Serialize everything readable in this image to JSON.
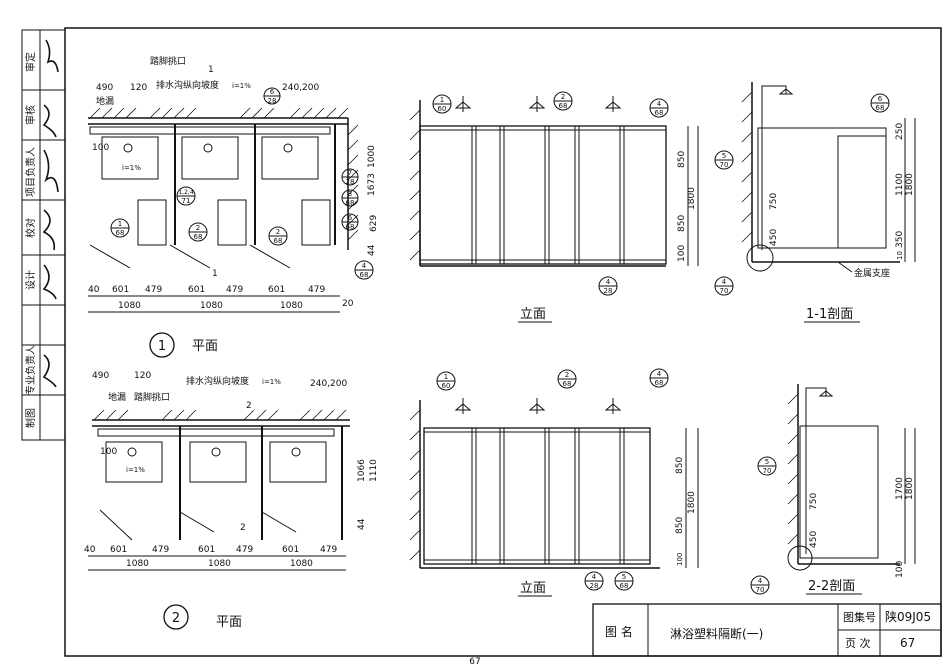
{
  "drawing_title": "淋浴塑料隔断(一)",
  "title_block": {
    "title_label": "图 名",
    "atlas_label": "图集号",
    "atlas_no": "陕09J05",
    "page_label": "页 次",
    "page_no": "67"
  },
  "page_footer": "67",
  "side_labels": [
    "审定",
    "审核",
    "项目负责人",
    "校对",
    "设计",
    "专业负责人",
    "制图"
  ],
  "view1": {
    "number": "1",
    "title": "平面",
    "labels": {
      "pedal_port": "踏脚挑口",
      "drain_slope": "排水沟纵向坡度",
      "slope_val": "i=1%",
      "floor_drain": "地漏",
      "dim_490": "490",
      "dim_120": "120",
      "dim_240_200": "240,200",
      "dim_100": "100",
      "dim_1000": "1000",
      "dim_1673": "1673",
      "dim_629": "629",
      "dim_44": "44",
      "dim_20": "20",
      "bottom_dims": [
        "40",
        "601",
        "479",
        "601",
        "479",
        "601",
        "479"
      ],
      "dim_1080": "1080",
      "section_mark": "1",
      "slope_inner": "i=1%"
    },
    "detail_refs": [
      {
        "num": "1",
        "sheet": "68"
      },
      {
        "num": "6",
        "sheet": "28"
      },
      {
        "num": "7",
        "sheet": "28"
      },
      {
        "num": "3",
        "sheet": "68"
      },
      {
        "num": "6",
        "sheet": "68"
      },
      {
        "num": "2",
        "sheet": "68"
      },
      {
        "num": "2",
        "sheet": "68"
      },
      {
        "num": "4",
        "sheet": "68"
      },
      {
        "num": "1,2,4",
        "sheet": "71"
      }
    ]
  },
  "view2": {
    "number": "2",
    "title": "平面",
    "labels": {
      "pedal_port": "踏脚挑口",
      "drain_slope": "排水沟纵向坡度",
      "slope_val": "i=1%",
      "floor_drain": "地漏",
      "dim_490": "490",
      "dim_120": "120",
      "dim_240_200": "240,200",
      "dim_100": "100",
      "dim_1066": "1066",
      "dim_1110": "1110",
      "dim_44": "44",
      "bottom_dims": [
        "40",
        "601",
        "479",
        "601",
        "479",
        "601",
        "479"
      ],
      "dim_1080": "1080",
      "section_mark": "2",
      "slope_inner": "i=1%"
    }
  },
  "elev1": {
    "title": "立面",
    "dims": [
      "850",
      "850",
      "1800",
      "100"
    ],
    "refs": [
      {
        "num": "1",
        "sheet": "60"
      },
      {
        "num": "2",
        "sheet": "68"
      },
      {
        "num": "4",
        "sheet": "68"
      },
      {
        "num": "4",
        "sheet": "28"
      }
    ]
  },
  "elev2": {
    "title": "立面",
    "dims": [
      "850",
      "850",
      "1800",
      "100"
    ],
    "refs": [
      {
        "num": "1",
        "sheet": "60"
      },
      {
        "num": "2",
        "sheet": "68"
      },
      {
        "num": "4",
        "sheet": "68"
      },
      {
        "num": "4",
        "sheet": "28"
      },
      {
        "num": "5",
        "sheet": "68"
      }
    ]
  },
  "sec1": {
    "title": "1-1剖面",
    "support_label": "金属支座",
    "dims": [
      "250",
      "1100",
      "1800",
      "350",
      "10",
      "750",
      "450"
    ],
    "refs": [
      {
        "num": "6",
        "sheet": "68"
      },
      {
        "num": "5",
        "sheet": "70"
      },
      {
        "num": "4",
        "sheet": "70"
      }
    ]
  },
  "sec2": {
    "title": "2-2剖面",
    "dims": [
      "1700",
      "1800",
      "100",
      "750",
      "450"
    ],
    "refs": [
      {
        "num": "5",
        "sheet": "70"
      },
      {
        "num": "4",
        "sheet": "70"
      }
    ]
  }
}
